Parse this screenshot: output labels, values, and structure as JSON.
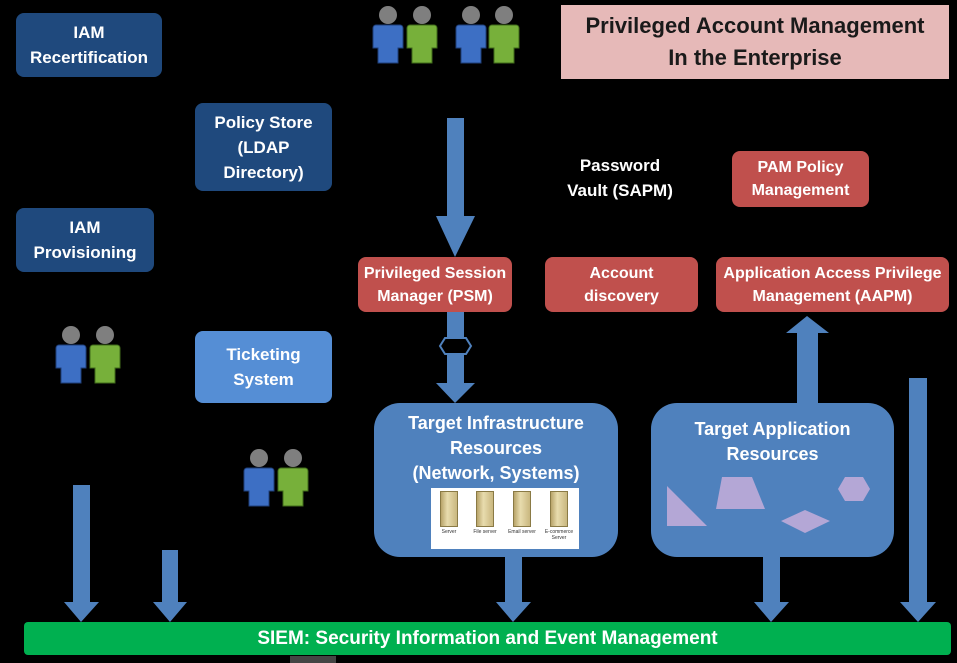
{
  "title": "Privileged Account Management\nIn the Enterprise",
  "boxes": {
    "iam_recertification": "IAM\nRecertification",
    "policy_store": "Policy Store\n(LDAP\nDirectory)",
    "iam_provisioning": "IAM\nProvisioning",
    "ticketing_system": "Ticketing\nSystem",
    "password_vault": "Password\nVault (SAPM)",
    "pam_policy_management": "PAM Policy\nManagement",
    "psm": "Privileged Session\nManager (PSM)",
    "account_discovery": "Account\ndiscovery",
    "aapm": "Application Access Privilege\nManagement (AAPM)",
    "target_infrastructure": "Target Infrastructure\nResources\n(Network, Systems)",
    "target_application": "Target Application\nResources",
    "siem": "SIEM: Security Information and Event Management"
  },
  "servers": [
    "Server",
    "File server",
    "Email server",
    "E-commerce Server"
  ],
  "colors": {
    "dark_blue": "#1f497d",
    "light_blue": "#558ed5",
    "red": "#c0504d",
    "resource_blue": "#4f81bd",
    "arrow_blue": "#4f81bd",
    "siem_green": "#00b050",
    "title_pink": "#e6b9b8",
    "shape_lilac": "#b4a7d6"
  }
}
